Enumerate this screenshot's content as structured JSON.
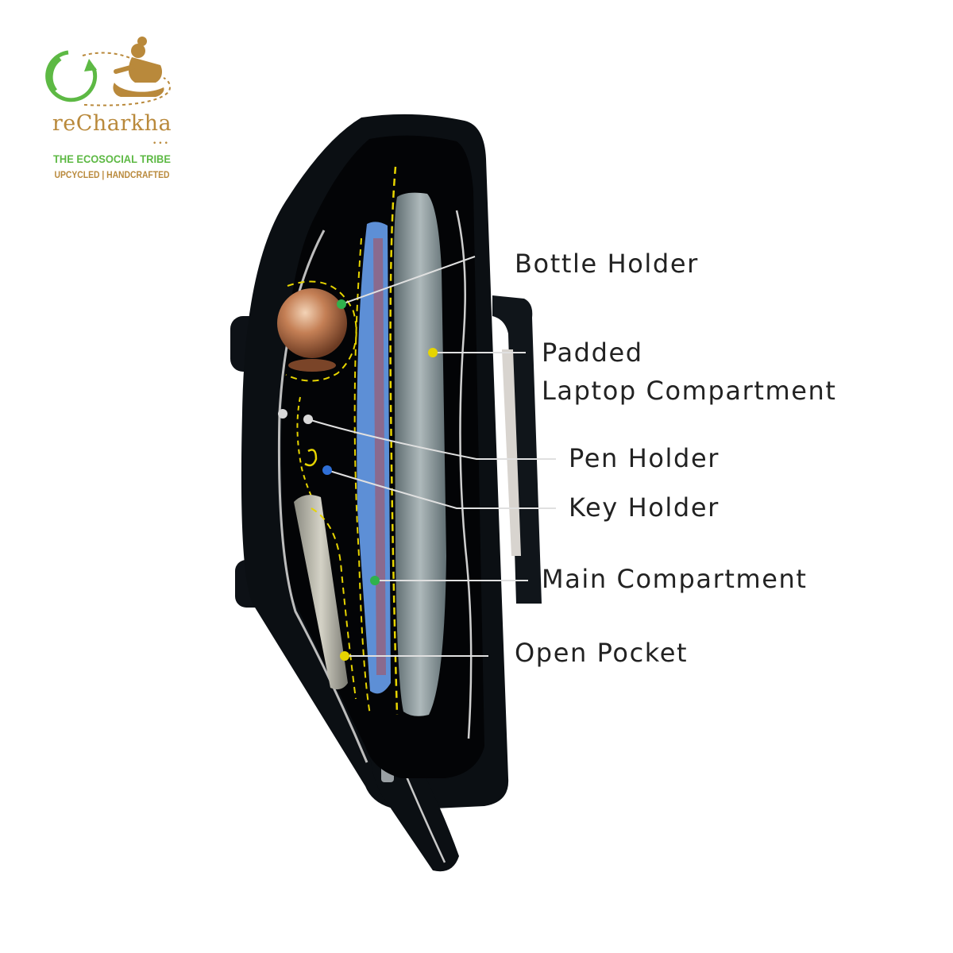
{
  "brand": {
    "name": "reCharkha",
    "dots": "•••",
    "tagline": "THE ECOSOCIAL TRIBE",
    "subtagline": "UPCYCLED | HANDCRAFTED",
    "colors": {
      "green": "#5db944",
      "gold": "#b9893b"
    }
  },
  "callouts": {
    "bottle_holder": "Bottle Holder",
    "padded_line1": "Padded",
    "padded_line2": "Laptop Compartment",
    "pen_holder": "Pen Holder",
    "key_holder": "Key Holder",
    "main_compartment": "Main Compartment",
    "open_pocket": "Open Pocket"
  },
  "marker_colors": {
    "bottle_holder": "#2fb24c",
    "padded_laptop": "#e6d400",
    "pen_holder": "#d9d9d9",
    "key_holder": "#2f6fd6",
    "main_compartment": "#2fb24c",
    "open_pocket": "#e6d400"
  }
}
